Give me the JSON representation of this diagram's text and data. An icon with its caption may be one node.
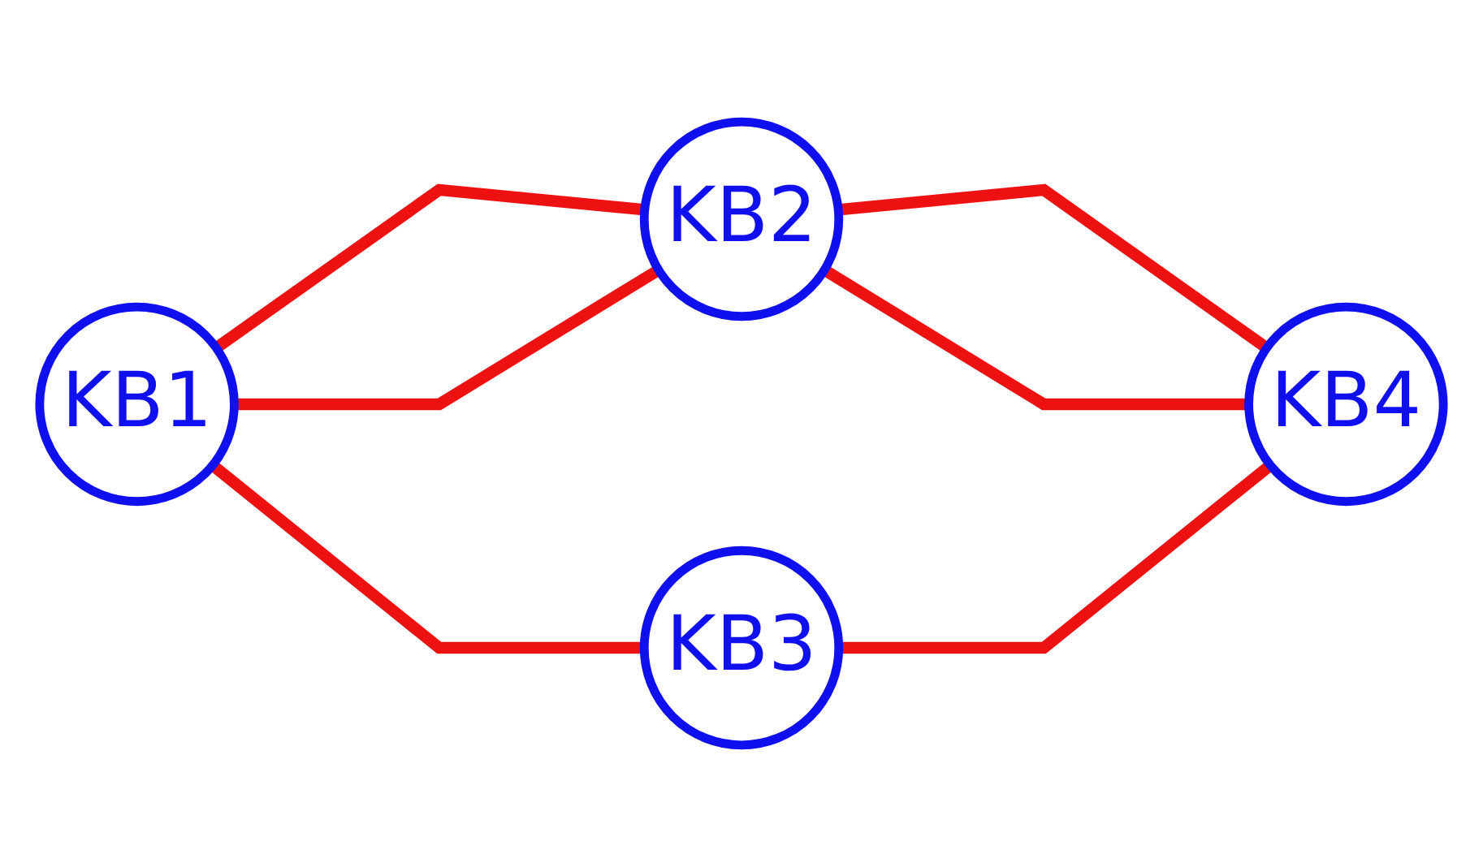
{
  "diagram": {
    "nodes": [
      {
        "text": [
          "KB1"
        ]
      },
      {
        "text": [
          "KB2"
        ]
      },
      {
        "text": [
          "KB3"
        ]
      },
      {
        "text": [
          "KB4"
        ]
      }
    ],
    "edges": [
      {
        "from": 0,
        "to": 1,
        "arrow": "none"
      },
      {
        "from": 0,
        "to": 1,
        "arrow": "none"
      },
      {
        "from": 0,
        "to": 2,
        "arrow": "none"
      },
      {
        "from": 1,
        "to": 3,
        "arrow": "none"
      },
      {
        "from": 1,
        "to": 3,
        "arrow": "none"
      },
      {
        "from": 2,
        "to": 3,
        "arrow": "none"
      }
    ]
  }
}
